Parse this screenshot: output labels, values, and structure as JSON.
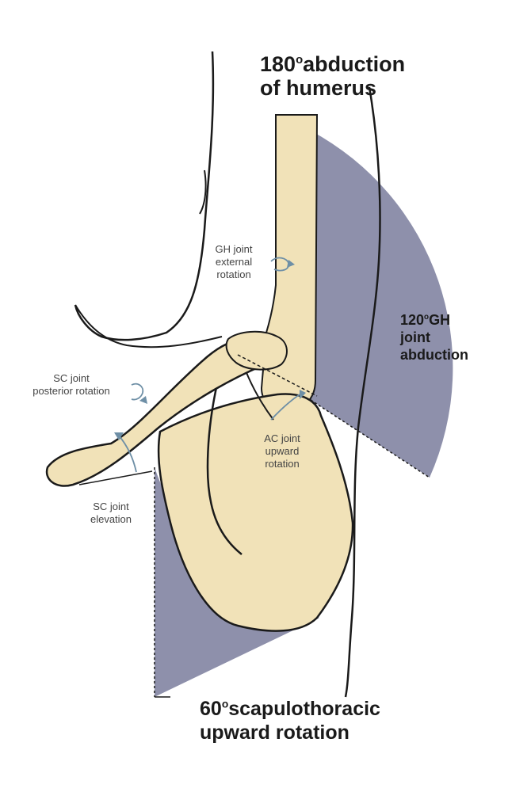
{
  "colors": {
    "bone": "#f1e2b8",
    "outline": "#1a1a1a",
    "arc_fill": "#8e90ab",
    "arrow": "#6e8fa6",
    "background": "#ffffff"
  },
  "labels": {
    "humerus_abduction": {
      "degree": "180",
      "deg_mark": "o",
      "line1": "abduction",
      "line2": "of humerus"
    },
    "gh_abduction": {
      "degree": "120",
      "deg_mark": "o",
      "line1": "GH",
      "line2": "joint",
      "line3": "abduction"
    },
    "scapulothoracic": {
      "degree": "60",
      "deg_mark": "o",
      "line1": "scapulothoracic",
      "line2": "upward rotation"
    },
    "gh_external_rotation": {
      "line1": "GH joint",
      "line2": "external",
      "line3": "rotation"
    },
    "sc_posterior_rotation": {
      "line1": "SC joint",
      "line2": "posterior rotation"
    },
    "ac_upward_rotation": {
      "line1": "AC joint",
      "line2": "upward",
      "line3": "rotation"
    },
    "sc_elevation": {
      "line1": "SC joint",
      "line2": "elevation"
    }
  }
}
